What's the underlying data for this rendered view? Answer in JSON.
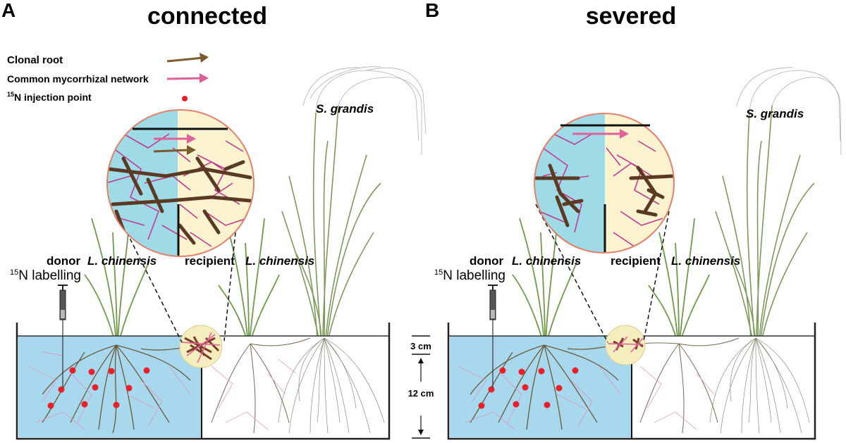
{
  "panel_a": {
    "letter": "A",
    "title": "connected",
    "donor_label": "donor",
    "species_label": "L. chinensis",
    "labelling_prefix": "15",
    "labelling_suffix": "N labelling",
    "recipient_label": "recipient",
    "recipient_species": "L. chinensis",
    "grass_label": "S. grandis"
  },
  "panel_b": {
    "letter": "B",
    "title": "severed",
    "donor_label": "donor",
    "species_label": "L. chinensis",
    "labelling_prefix": "15",
    "labelling_suffix": "N labelling",
    "recipient_label": "recipient",
    "recipient_species": "L. chinensis",
    "grass_label": "S. grandis"
  },
  "legend": {
    "clonal_root": "Clonal root",
    "cmn": "Common mycorrhizal network",
    "injection_prefix": "15",
    "injection_suffix": "N injection point"
  },
  "scale": {
    "top": "3 cm",
    "bottom": "12 cm"
  },
  "colors": {
    "clonal_root": "#7b5a2e",
    "cmn": "#e0609a",
    "injection_point": "#e8202a",
    "donor_soil": "#a8d8ee",
    "recipient_soil": "#fbf3cf"
  }
}
